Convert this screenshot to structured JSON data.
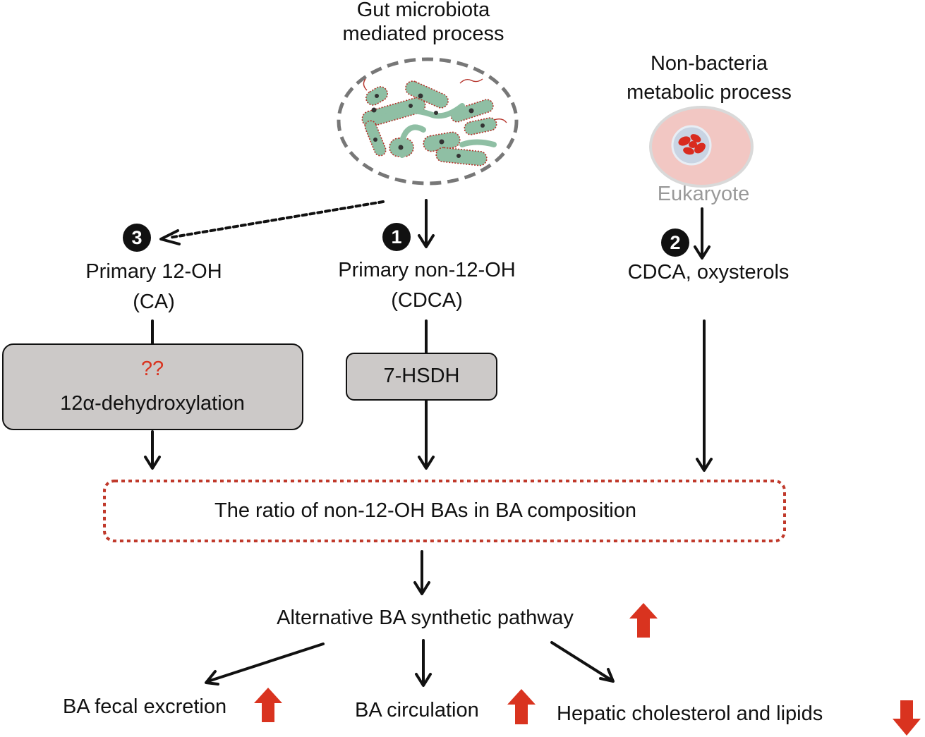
{
  "top": {
    "gut_title_line1": "Gut microbiota",
    "gut_title_line2": "mediated process",
    "nonbac_title_line1": "Non-bacteria",
    "nonbac_title_line2": "metabolic process",
    "eukaryote_label": "Eukaryote"
  },
  "steps": {
    "step1_number": "1",
    "step2_number": "2",
    "step3_number": "3"
  },
  "sources": {
    "primary12_line1": "Primary 12-OH",
    "primary12_line2": "(CA)",
    "primarynon12_line1": "Primary non-12-OH",
    "primarynon12_line2": "(CDCA)",
    "cdca_oxy": "CDCA, oxysterols"
  },
  "enzymes": {
    "unknown_mark": "??",
    "dehydroxylation": "12α-dehydroxylation",
    "hsdh": "7-HSDH"
  },
  "center": {
    "ratio_text": "The ratio of non-12-OH BAs in BA composition",
    "alternative_pathway": "Alternative BA synthetic pathway"
  },
  "outcomes": {
    "fecal_excretion": "BA fecal excretion",
    "circulation": "BA circulation",
    "hepatic": "Hepatic cholesterol and lipids"
  },
  "trends": {
    "alternative_pathway": "up",
    "fecal_excretion": "up",
    "circulation": "up",
    "hepatic": "down"
  },
  "colors": {
    "trend_arrow": "#d9331f",
    "dashed_border_red": "#c0392b",
    "enzyme_box_fill": "#ccc9c8",
    "bacteria_fill": "#8fbfa4",
    "eukaryote_fill": "#f2c7c3",
    "nucleus_red": "#d92b1f",
    "label_grey": "#999999"
  }
}
